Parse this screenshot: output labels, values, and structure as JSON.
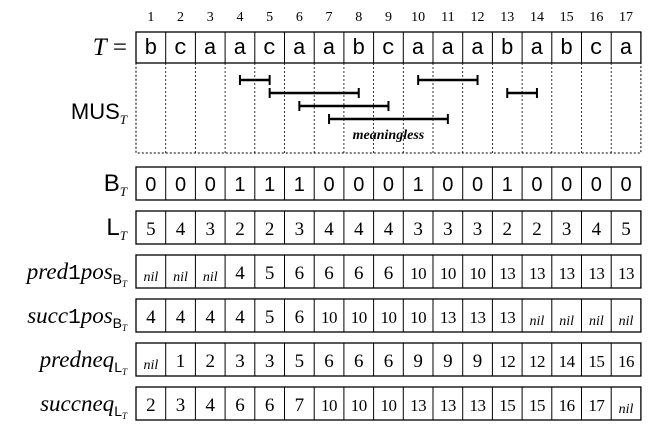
{
  "column_numbers": [
    "1",
    "2",
    "3",
    "4",
    "5",
    "6",
    "7",
    "8",
    "9",
    "10",
    "11",
    "12",
    "13",
    "14",
    "15",
    "16",
    "17"
  ],
  "string_row": {
    "label": "T =",
    "cells": [
      "b",
      "c",
      "a",
      "a",
      "c",
      "a",
      "a",
      "b",
      "c",
      "a",
      "a",
      "a",
      "b",
      "a",
      "b",
      "c",
      "a"
    ]
  },
  "mus_row": {
    "label": "MUS",
    "label_subscript": "T",
    "intervals": [
      {
        "start": 4,
        "end": 5
      },
      {
        "start": 5,
        "end": 8
      },
      {
        "start": 6,
        "end": 9
      },
      {
        "start": 7,
        "end": 11
      },
      {
        "start": 10,
        "end": 12
      },
      {
        "start": 13,
        "end": 14
      }
    ],
    "annotation": "meaningless",
    "annotation_target": 3
  },
  "arrays": [
    {
      "id": "B",
      "label": "B",
      "label_subscript": "T",
      "label_style": "sans",
      "values": [
        "0",
        "0",
        "0",
        "1",
        "1",
        "1",
        "0",
        "0",
        "0",
        "1",
        "0",
        "0",
        "1",
        "0",
        "0",
        "0",
        "0"
      ]
    },
    {
      "id": "L",
      "label": "L",
      "label_subscript": "T",
      "label_style": "sans",
      "values": [
        "5",
        "4",
        "3",
        "2",
        "2",
        "3",
        "4",
        "4",
        "4",
        "3",
        "3",
        "3",
        "2",
        "2",
        "3",
        "4",
        "5"
      ]
    },
    {
      "id": "pred1pos",
      "label_parts": [
        "pred",
        "1",
        "pos"
      ],
      "label_subscript": "B",
      "label_subsubscript": "T",
      "label_style": "mixed",
      "values": [
        "nil",
        "nil",
        "nil",
        "4",
        "5",
        "6",
        "6",
        "6",
        "6",
        "10",
        "10",
        "10",
        "13",
        "13",
        "13",
        "13",
        "13"
      ]
    },
    {
      "id": "succ1pos",
      "label_parts": [
        "succ",
        "1",
        "pos"
      ],
      "label_subscript": "B",
      "label_subsubscript": "T",
      "label_style": "mixed",
      "values": [
        "4",
        "4",
        "4",
        "4",
        "5",
        "6",
        "10",
        "10",
        "10",
        "10",
        "13",
        "13",
        "13",
        "nil",
        "nil",
        "nil",
        "nil"
      ]
    },
    {
      "id": "predneq",
      "label_parts": [
        "predneq",
        "",
        ""
      ],
      "label_subscript": "L",
      "label_subsubscript": "T",
      "label_style": "mixed",
      "values": [
        "nil",
        "1",
        "2",
        "3",
        "3",
        "5",
        "6",
        "6",
        "6",
        "9",
        "9",
        "9",
        "12",
        "12",
        "14",
        "15",
        "16"
      ]
    },
    {
      "id": "succneq",
      "label_parts": [
        "succneq",
        "",
        ""
      ],
      "label_subscript": "L",
      "label_subsubscript": "T",
      "label_style": "mixed",
      "values": [
        "2",
        "3",
        "4",
        "6",
        "6",
        "7",
        "10",
        "10",
        "10",
        "13",
        "13",
        "13",
        "15",
        "15",
        "16",
        "17",
        "nil"
      ]
    }
  ],
  "colors": {
    "ink": "#000000",
    "background": "#ffffff"
  }
}
